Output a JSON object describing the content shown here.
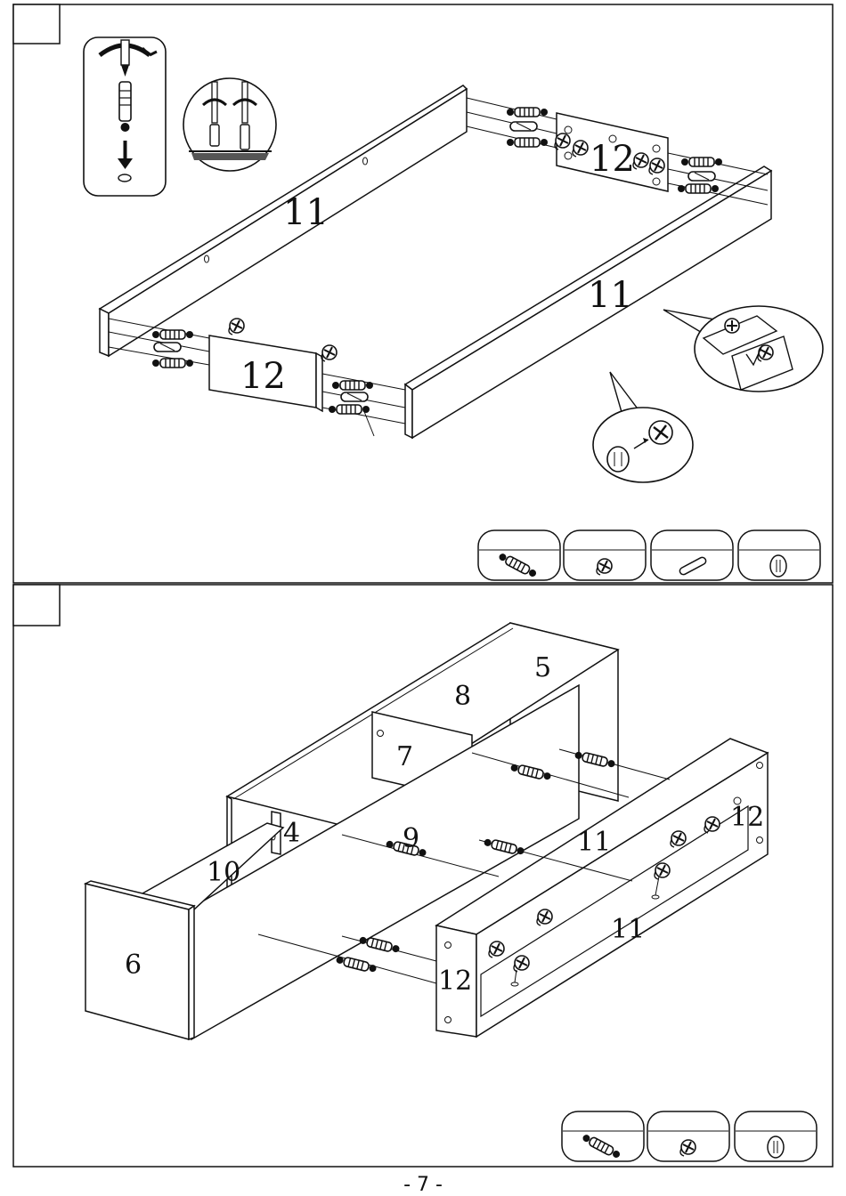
{
  "colors": {
    "line": "#111111",
    "paper": "#ffffff",
    "panel_edge": "#dcdcdc"
  },
  "step1": {
    "part_labels": [
      "11",
      "11",
      "12",
      "12"
    ],
    "hardware_icons": [
      "cam-bolt-icon",
      "cam-lock-icon",
      "wood-dowel-icon",
      "cover-cap-icon"
    ],
    "detail_icons": [
      "screwdriver-bolt-detail-icon",
      "twin-screwdriver-detail-icon",
      "cam-lock-detail-icon",
      "cam-lock-tighten-detail-icon"
    ]
  },
  "step2": {
    "part_labels": [
      "5",
      "8",
      "7",
      "4",
      "9",
      "10",
      "6",
      "11",
      "11",
      "12",
      "12"
    ],
    "hardware_icons": [
      "cam-bolt-icon",
      "cam-lock-icon",
      "cover-cap-icon"
    ]
  },
  "page_number": "- 7 -"
}
